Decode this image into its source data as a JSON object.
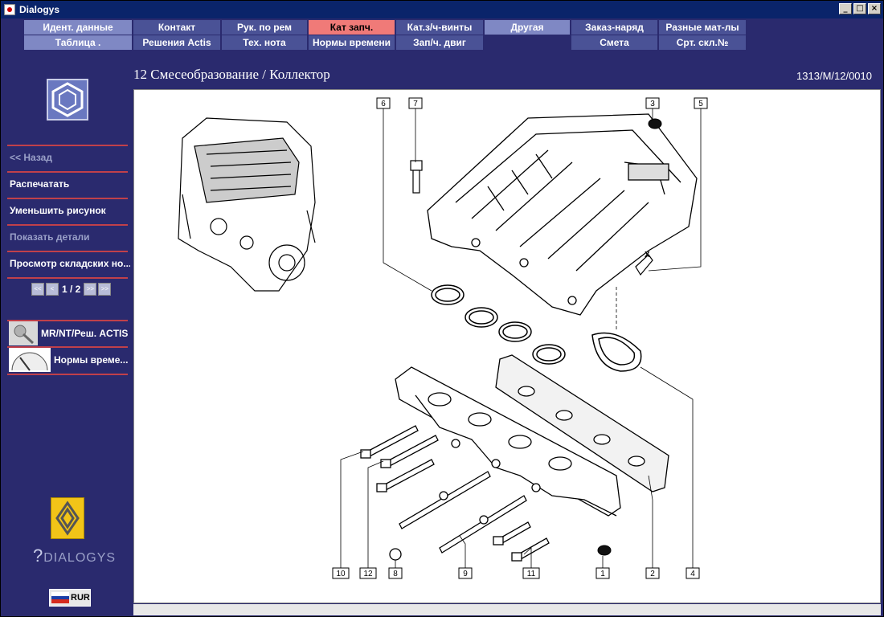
{
  "window": {
    "title": "Dialogys"
  },
  "menu": {
    "row1": [
      {
        "label": "Идент. данные",
        "style": "t1"
      },
      {
        "label": "Контакт",
        "style": "t2"
      },
      {
        "label": "Рук. по рем",
        "style": "t2"
      },
      {
        "label": "Кат запч.",
        "style": "active"
      },
      {
        "label": "Кат.з/ч-винты",
        "style": "t2"
      },
      {
        "label": "Другая",
        "style": "t1"
      },
      {
        "label": "Заказ-наряд",
        "style": "t2"
      },
      {
        "label": "Разные мат-лы",
        "style": "t2"
      }
    ],
    "row2": [
      {
        "label": "Таблица .",
        "style": "t1"
      },
      {
        "label": "Решения Actis",
        "style": "t2"
      },
      {
        "label": "Тех. нота",
        "style": "t2"
      },
      {
        "label": "Нормы времени",
        "style": "t2"
      },
      {
        "label": "Зап/ч. двиг",
        "style": "t2"
      },
      {
        "label": "Смета",
        "style": "t2"
      },
      {
        "label": "Срт. скл.№",
        "style": "t2"
      }
    ]
  },
  "sidebar": {
    "back": "<< Назад",
    "print": "Распечатать",
    "shrink": "Уменьшить рисунок",
    "show_details": "Показать детали",
    "warehouse": "Просмотр складских но...",
    "pager": {
      "prev_first": "<<",
      "prev": "<",
      "text": "1 / 2",
      "next": ">>",
      "last": ">>"
    },
    "actis": "MR/NT/Реш. ACTIS",
    "norms": "Нормы време...",
    "brand": "DIALOGYS",
    "currency": "RUR"
  },
  "page": {
    "title": "12 Смесеобразование / Коллектор",
    "reference": "1313/M/12/0010"
  },
  "diagram": {
    "callouts": [
      "6",
      "7",
      "3",
      "5",
      "10",
      "12",
      "8",
      "9",
      "11",
      "1",
      "2",
      "4",
      "X"
    ]
  },
  "colors": {
    "background": "#2a2a6e",
    "active_tab": "#f07a78",
    "separator": "#c0404a"
  }
}
